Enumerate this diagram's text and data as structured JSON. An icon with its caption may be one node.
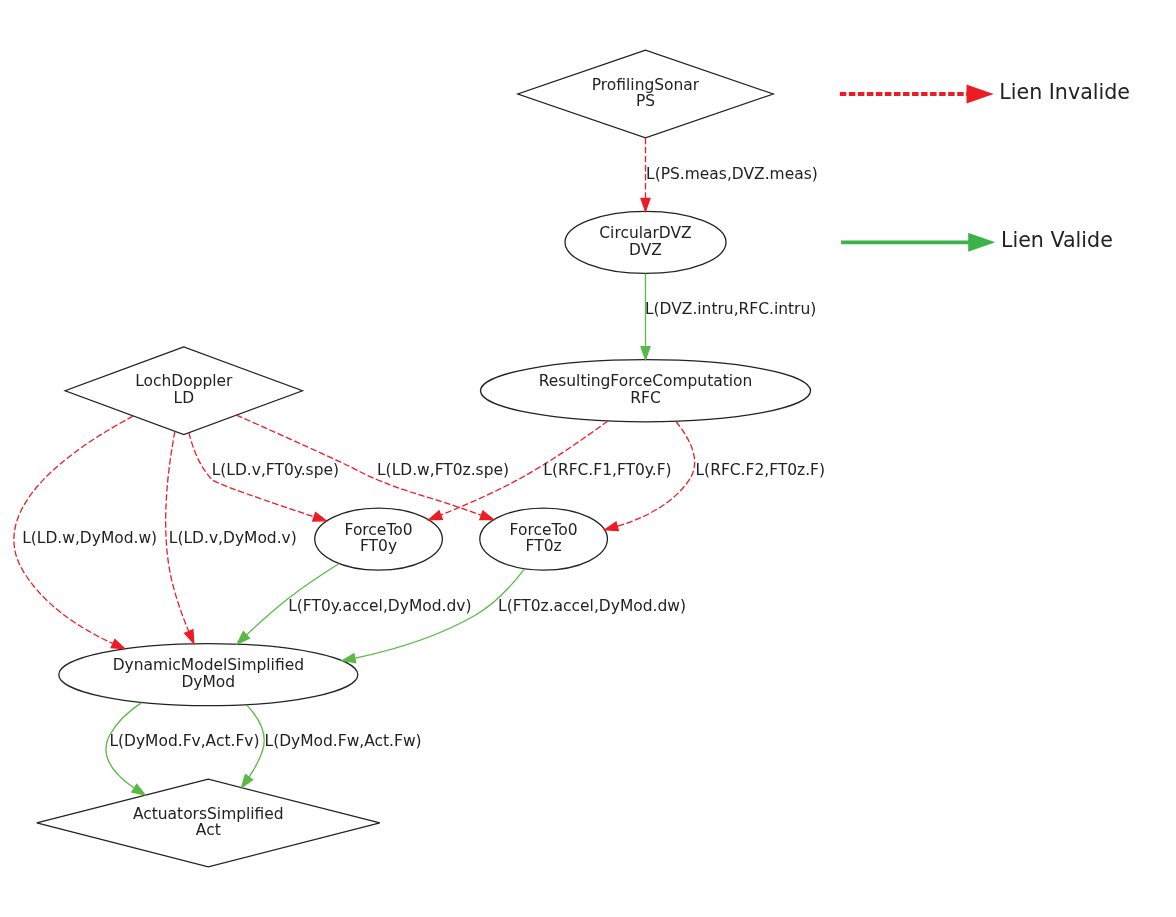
{
  "diagram": {
    "nodes": [
      {
        "text": [
          "ProfilingSonar",
          "PS"
        ]
      },
      {
        "text": [
          "CircularDVZ",
          "DVZ"
        ]
      },
      {
        "text": [
          "ResultingForceComputation",
          "RFC"
        ]
      },
      {
        "text": [
          "LochDoppler",
          "LD"
        ]
      },
      {
        "text": [
          "ForceTo0",
          "FT0z"
        ]
      },
      {
        "text": [
          "ForceTo0",
          "FT0y"
        ]
      },
      {
        "text": [
          "DynamicModelSimplified",
          "DyMod"
        ]
      },
      {
        "text": [
          "ActuatorsSimplified",
          "Act"
        ]
      }
    ],
    "edges": [
      {
        "from": 0,
        "to": 1,
        "arrow": "to",
        "label": "L(PS.meas,DVZ.meas)",
        "style": "dashed",
        "color": "#ed1c24"
      },
      {
        "from": 1,
        "to": 2,
        "arrow": "to",
        "label": "L(DVZ.intru,RFC.intru)",
        "color": "#5ab946"
      },
      {
        "from": 2,
        "to": 4,
        "arrow": "to",
        "label": "L(RFC.F2,FT0z.F)",
        "style": "dashed",
        "color": "#ed1c24"
      },
      {
        "from": 2,
        "to": 5,
        "arrow": "to",
        "label": "L(RFC.F1,FT0y.F)",
        "style": "dashed",
        "color": "#ed1c24"
      },
      {
        "from": 3,
        "to": 4,
        "arrow": "to",
        "label": "L(LD.w,FT0z.spe)",
        "style": "dashed",
        "color": "#ed1c24"
      },
      {
        "from": 3,
        "to": 5,
        "arrow": "to",
        "label": "L(LD.v,FT0y.spe)",
        "style": "dashed",
        "color": "#ed1c24"
      },
      {
        "from": 3,
        "to": 6,
        "arrow": "to",
        "label": "L(LD.v,DyMod.v)",
        "style": "dashed",
        "color": "#ed1c24"
      },
      {
        "from": 3,
        "to": 6,
        "arrow": "to",
        "label": "L(LD.w,DyMod.w)",
        "style": "dashed",
        "color": "#ed1c24"
      },
      {
        "from": 4,
        "to": 6,
        "arrow": "to",
        "label": "L(FT0z.accel,DyMod.dw)",
        "color": "#5ab946"
      },
      {
        "from": 5,
        "to": 6,
        "arrow": "to",
        "label": "L(FT0y.accel,DyMod.dv)",
        "color": "#5ab946"
      },
      {
        "from": 6,
        "to": 7,
        "arrow": "to",
        "label": "L(DyMod.Fv,Act.Fv)",
        "color": "#5ab946"
      },
      {
        "from": 6,
        "to": 7,
        "arrow": "to",
        "label": "L(DyMod.Fw,Act.Fw)",
        "color": "#5ab946"
      }
    ],
    "legend": [
      {
        "text": "Lien Invalide"
      },
      {
        "text": "Lien Valide"
      }
    ]
  }
}
